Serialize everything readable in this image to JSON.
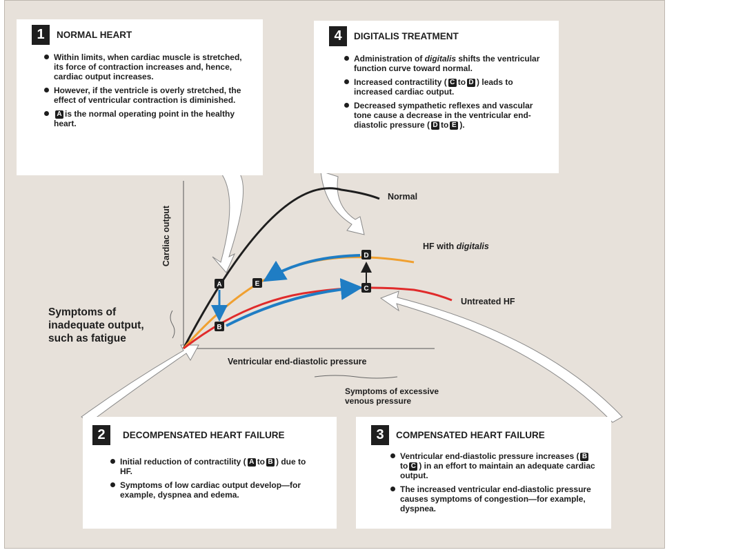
{
  "colors": {
    "normal": "#1e1e1e",
    "digitalis": "#f0a030",
    "untreated": "#e02b2b",
    "arrow_blue": "#1f7dc4",
    "panel": "#e7e1da"
  },
  "box1": {
    "number": "1",
    "title": "NORMAL HEART",
    "b1": "Within limits, when cardiac muscle is stretched, its force of contraction increases and, hence, cardiac output increases.",
    "b2": "However, if the ventricle is overly stretched, the effect of ventricular contraction is diminished.",
    "b3_key": "A",
    "b3": "is the normal operating point in the healthy heart."
  },
  "box2": {
    "number": "2",
    "title": "DECOMPENSATED HEART FAILURE",
    "b1_pre": "Initial reduction of contractility (",
    "b1_k1": "A",
    "b1_mid": "to",
    "b1_k2": "B",
    "b1_post": ") due to HF.",
    "b2": "Symptoms of low cardiac output develop—for example, dyspnea and edema."
  },
  "box3": {
    "number": "3",
    "title": "COMPENSATED HEART FAILURE",
    "b1_pre": "Ventricular end-diastolic pressure increases (",
    "b1_k1": "B",
    "b1_mid": "to",
    "b1_k2": "C",
    "b1_post": ") in an effort to maintain an adequate cardiac output.",
    "b2": "The increased ventricular end-diastolic pressure causes symptoms of congestion—for example, dyspnea."
  },
  "box4": {
    "number": "4",
    "title": "DIGITALIS TREATMENT",
    "b1_pre": "Administration of ",
    "b1_em": "digitalis",
    "b1_post": " shifts the ventricular function curve toward normal.",
    "b2_pre": "Increased contractility (",
    "b2_k1": "C",
    "b2_mid": "to",
    "b2_k2": "D",
    "b2_post": ") leads to increased cardiac output.",
    "b3_pre": "Decreased sympathetic reflexes and vascular tone cause a decrease in the ventricular end-diastolic pressure (",
    "b3_k1": "D",
    "b3_mid": "to",
    "b3_k2": "E",
    "b3_post": ")."
  },
  "graph": {
    "ylabel": "Cardiac output",
    "xlabel": "Ventricular end-diastolic pressure",
    "curve_normal": "Normal",
    "curve_digitalis_pre": "HF with ",
    "curve_digitalis_em": "digitalis",
    "curve_untreated": "Untreated HF",
    "points": {
      "A": "A",
      "B": "B",
      "C": "C",
      "D": "D",
      "E": "E"
    }
  },
  "annotations": {
    "low_output": "Symptoms of inadequate output, such as fatigue",
    "venous": "Symptoms of excessive venous pressure"
  }
}
